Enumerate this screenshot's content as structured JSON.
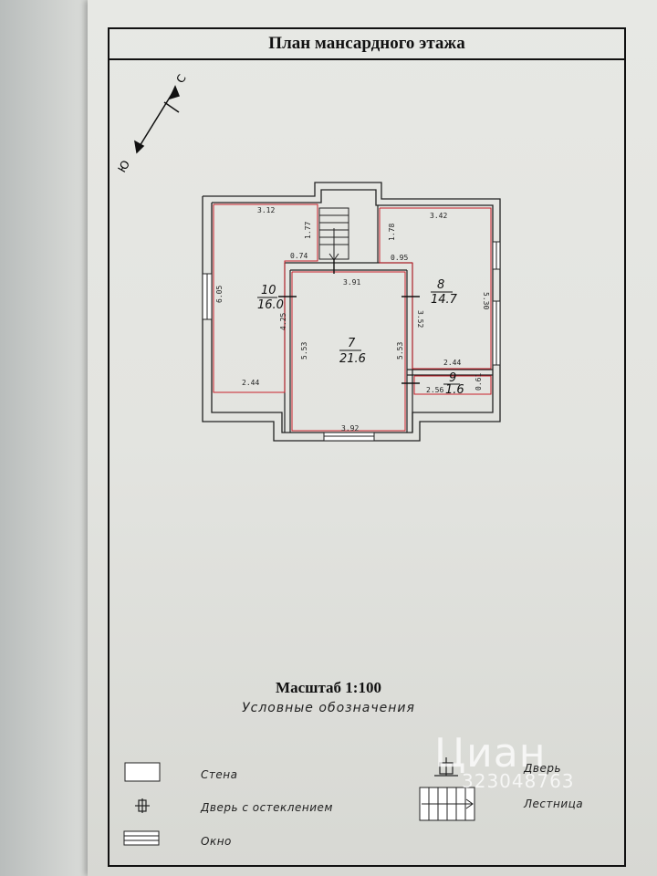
{
  "title": "План мансардного этажа",
  "scale": "Масштаб 1:100",
  "legend": {
    "title": "Условные обозначения",
    "items": {
      "wall": "Стена",
      "door": "Дверь",
      "glazed_door": "Дверь с остеклением",
      "stairs": "Лестница",
      "window": "Окно"
    }
  },
  "compass": {
    "north": "С",
    "south": "Ю"
  },
  "rooms": [
    {
      "number": "10",
      "area": "16.0"
    },
    {
      "number": "7",
      "area": "21.6"
    },
    {
      "number": "8",
      "area": "14.7"
    },
    {
      "number": "9",
      "area": "1.6"
    }
  ],
  "dimensions": {
    "d1": "3.12",
    "d2": "1.77",
    "d3": "0.74",
    "d4": "6.05",
    "d5": "4.25",
    "d6": "2.44",
    "d7": "3.91",
    "d8": "5.53",
    "d9": "5.53",
    "d10": "3.92",
    "d11": "1.78",
    "d12": "0.95",
    "d13": "3.42",
    "d14": "3.52",
    "d15": "5.30",
    "d16": "2.44",
    "d17": "2.56",
    "d18": "0.61"
  },
  "watermark": {
    "brand": "Циан",
    "listing_id": "323048763"
  }
}
